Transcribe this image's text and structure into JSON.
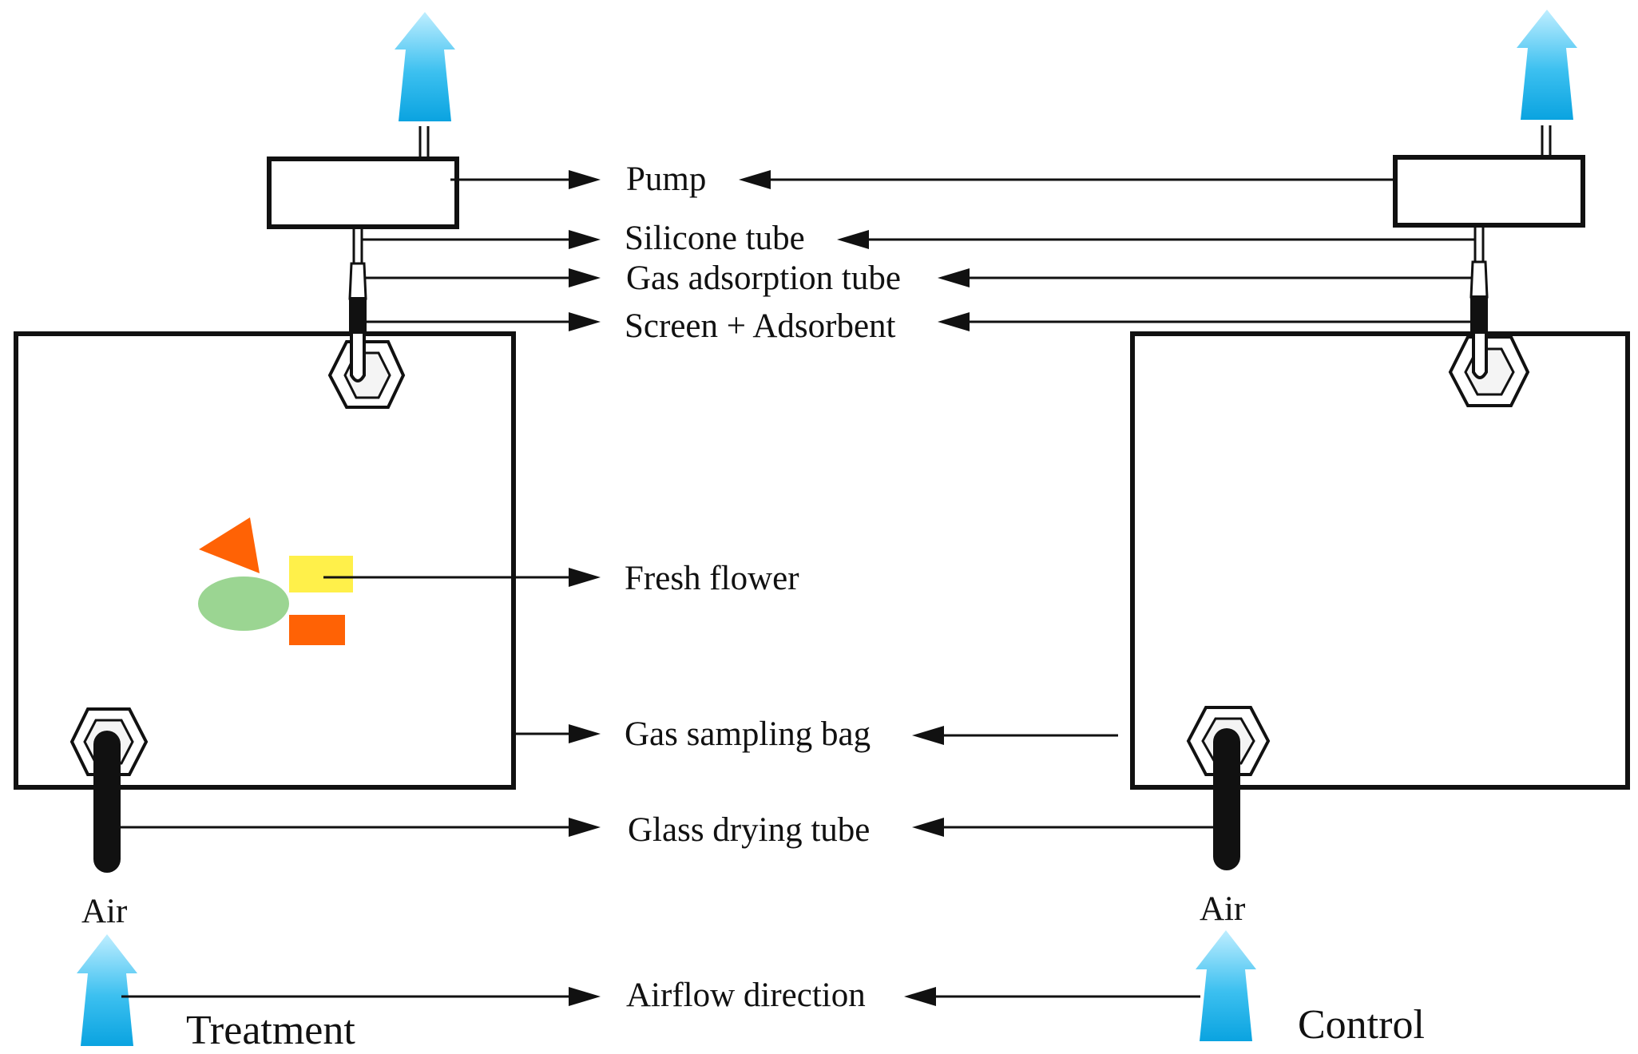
{
  "labels": {
    "pump": "Pump",
    "silicone_tube": "Silicone tube",
    "gas_adsorption_tube": "Gas adsorption tube",
    "screen_adsorbent": "Screen + Adsorbent",
    "fresh_flower": "Fresh flower",
    "gas_sampling_bag": "Gas sampling bag",
    "glass_drying_tube": "Glass drying tube",
    "airflow_direction": "Airflow direction"
  },
  "setups": {
    "treatment": {
      "title": "Treatment",
      "air_label": "Air"
    },
    "control": {
      "title": "Control",
      "air_label": "Air"
    }
  },
  "icons": {
    "airflow_arrow": "airflow-arrow-icon",
    "connector": "hex-nut-connector-icon",
    "flower": "fresh-flower-icon"
  },
  "colors": {
    "airflow_arrow_top": "#bfeeff",
    "airflow_arrow_bottom": "#0aa3e0",
    "flower_triangle": "#ff6205",
    "flower_yellow": "#fff04a",
    "flower_green": "#9bd592",
    "flower_orange_bar": "#ff6205",
    "outline": "#111111"
  }
}
